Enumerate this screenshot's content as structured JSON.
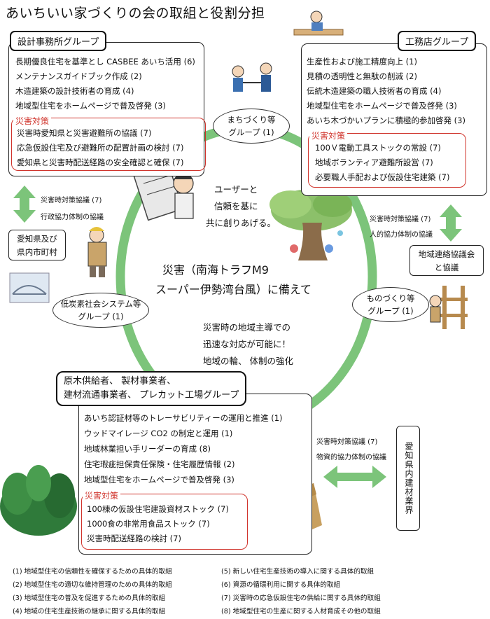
{
  "title": "あいちいい家づくりの会の取組と役割分担",
  "design_group": {
    "label": "設計事務所グループ",
    "items": [
      "長期優良住宅を基準とし CASBEE あいち活用 (6)",
      "メンテナンスガイドブック作成 (2)",
      "木造建築の設計技術者の育成 (4)",
      "地域型住宅をホームページで普及啓発 (3)"
    ],
    "disaster_title": "災害対策",
    "disaster_items": [
      "災害時愛知県と災害避難所の協議 (7)",
      "応急仮設住宅及び避難所の配置計画の検討 (7)",
      "愛知県と災害時配送経路の安全確認と確保 (7)"
    ]
  },
  "builder_group": {
    "label": "工務店グループ",
    "items": [
      "生産性および施工精度向上 (1)",
      "見積の透明性と無駄の削減 (2)",
      "伝統木造建築の職人技術者の育成 (4)",
      "地域型住宅をホームページで普及啓発 (3)",
      "あいち木づかいプランに積極的参加啓発 (3)"
    ],
    "disaster_title": "災害対策",
    "disaster_items": [
      "100Ｖ電動工具ストックの常設 (7)",
      "地域ボランティア避難所設営 (7)",
      "必要職人手配および仮設住宅建築 (7)"
    ]
  },
  "supplier_group": {
    "label_line1": "原木供給者、 製材事業者、",
    "label_line2": "建材流通事業者、 プレカット工場グループ",
    "items": [
      "あいち認証材等のトレーサビリティーの運用と推進 (1)",
      "ウッドマイレージ CO2 の制定と運用 (1)",
      "地域林業担い手リーダーの育成 (8)",
      "住宅瑕疵担保責任保険・住宅履歴情報 (2)",
      "地域型住宅をホームページで普及啓発 (3)"
    ],
    "disaster_title": "災害対策",
    "disaster_items": [
      "100棟の仮設住宅建設資材ストック (7)",
      "1000食の非常用食品ストック (7)",
      "災害時配送経路の検討 (7)"
    ]
  },
  "ovals": {
    "machizukuri_1": "まちづくり等",
    "machizukuri_2": "グループ (1)",
    "lowcarbon_1": "低炭素社会システム等",
    "lowcarbon_2": "グループ (1)",
    "monozukuri_1": "ものづくり等",
    "monozukuri_2": "グループ (1)"
  },
  "center": {
    "user_1": "ユーザーと",
    "user_2": "信頼を基に",
    "user_3": "共に創りあげる。",
    "main_1": "災害（南海トラフM9",
    "main_2": "スーパー伊勢湾台風）に備えて",
    "sub_1": "災害時の地域主導での",
    "sub_2": "迅速な対応が可能に！",
    "sub_3": "地域の輪、 体制の強化"
  },
  "left_link": {
    "label_1": "災害時対策協議 (7)",
    "label_2": "行政協力体制の協議",
    "box_1": "愛知県及び",
    "box_2": "県内市町村"
  },
  "right_link": {
    "label_1": "災害時対策協議 (7)",
    "label_2": "人的協力体制の協議",
    "box_1": "地域連絡協議会",
    "box_2": "と協議"
  },
  "bottom_link": {
    "label_1": "災害時対策協議 (7)",
    "label_2": "物資的協力体制の協議",
    "box_vertical": "愛知県内建材業界"
  },
  "legend": [
    "(1) 地域型住宅の信頼性を確保するための具体的取組",
    "(2) 地域型住宅の適切な維持管理のための具体的取組",
    "(3) 地域型住宅の普及を促進するための具体的取組",
    "(4) 地域の住宅生産技術の継承に関する具体的取組",
    "(5) 新しい住宅生産技術の導入に関する具体的取組",
    "(6) 資源の循環利用に関する具体的取組",
    "(7) 災害時の応急仮設住宅の供給に関する具体的取組",
    "(8) 地域型住宅の生産に関する人材育成その他の取組"
  ],
  "colors": {
    "ring": "#7cc47a",
    "disaster_red": "#d0342c",
    "arrow_green": "#7cc47a"
  }
}
